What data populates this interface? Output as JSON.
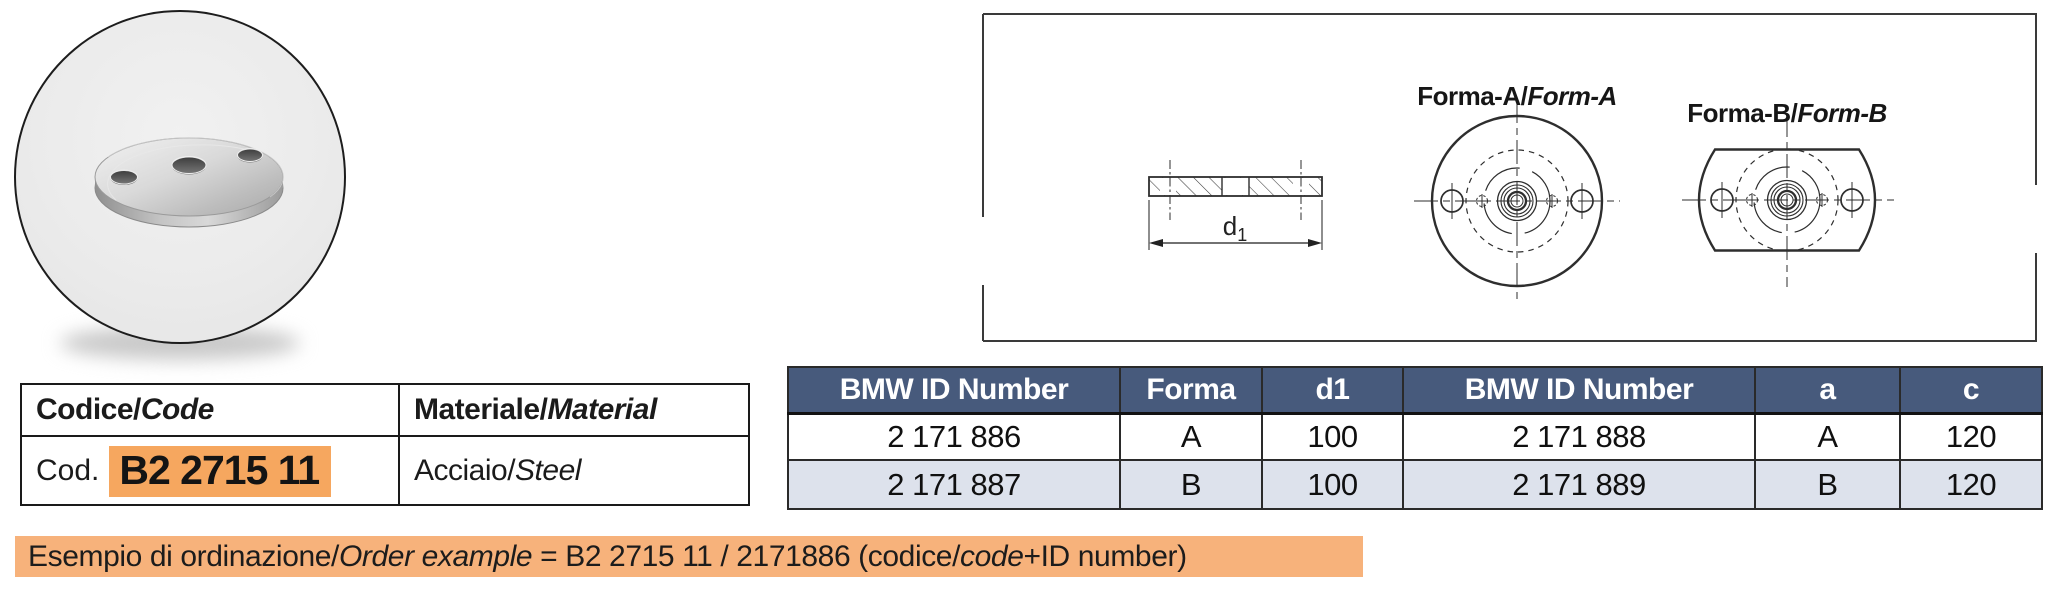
{
  "colors": {
    "spec_header_bg": "#475a7c",
    "spec_row_alt_bg": "#dde2ec",
    "highlight_orange": "#f6a75f",
    "order_bar_orange": "#f7b27b",
    "drawing_line": "#2e2e2e"
  },
  "drawing": {
    "form_a_label_plain": "Forma-A/",
    "form_a_label_italic": "Form-A",
    "form_b_label_plain": "Forma-B/",
    "form_b_label_italic": "Form-B",
    "dim_label_base": "d",
    "dim_label_sub": "1"
  },
  "code_table": {
    "header_code_plain": "Codice/",
    "header_code_italic": "Code",
    "header_material_plain": "Materiale/",
    "header_material_italic": "Material",
    "code_prefix": "Cod.",
    "code_value": "B2 2715 11",
    "material_plain": "Acciaio/",
    "material_italic": "Steel"
  },
  "spec_table": {
    "headers": [
      "BMW ID Number",
      "Forma",
      "d1",
      "BMW ID Number",
      "a",
      "c"
    ],
    "rows": [
      [
        "2 171 886",
        "A",
        "100",
        "2 171 888",
        "A",
        "120"
      ],
      [
        "2 171 887",
        "B",
        "100",
        "2 171 889",
        "B",
        "120"
      ]
    ]
  },
  "order_example": {
    "part_plain_1": "Esempio di ordinazione/",
    "part_italic_1": "Order example",
    "part_plain_2": " = B2 2715 11 / 2171886 (codice/",
    "part_italic_2": "code",
    "part_plain_3": "+ID number)"
  }
}
